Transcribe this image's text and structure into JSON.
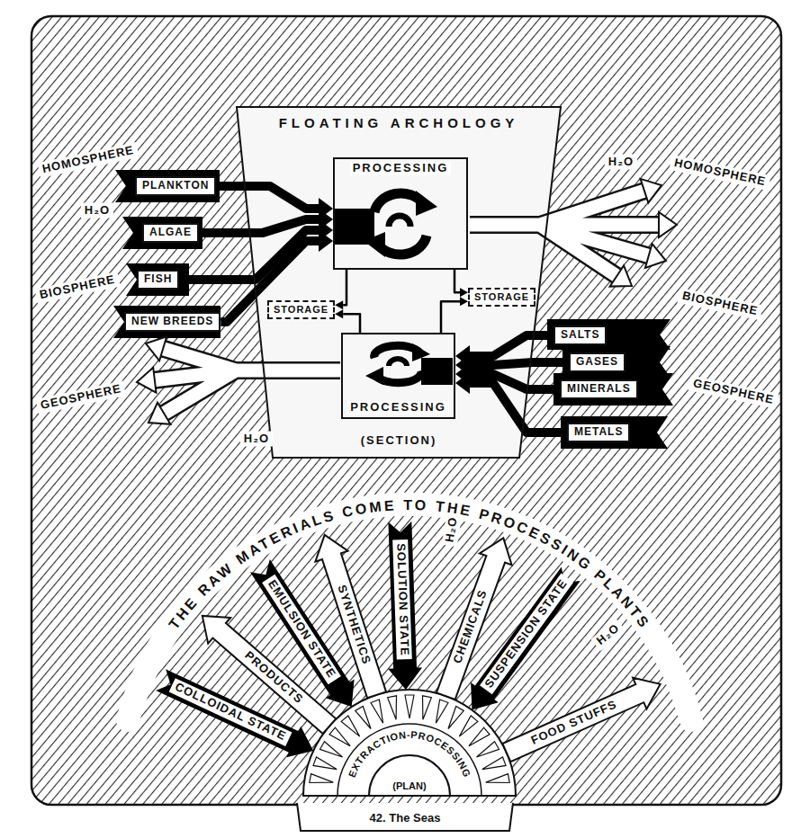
{
  "diagram": {
    "caption": "42. The Seas",
    "nodes": [
      {
        "text": [
          "FLOATING ARCHOLOGY",
          "(SECTION)"
        ]
      },
      {
        "text": [
          "PROCESSING"
        ],
        "in": 0
      },
      {
        "text": [
          "STORAGE"
        ],
        "in": 0
      },
      {
        "text": [
          "STORAGE"
        ],
        "in": 0
      },
      {
        "text": [
          "PROCESSING"
        ],
        "in": 0
      },
      {
        "text": [
          "PLANKTON"
        ]
      },
      {
        "text": [
          "ALGAE"
        ]
      },
      {
        "text": [
          "FISH"
        ]
      },
      {
        "text": [
          "NEW BREEDS"
        ]
      },
      {
        "text": [
          "SALTS"
        ]
      },
      {
        "text": [
          "GASES"
        ]
      },
      {
        "text": [
          "MINERALS"
        ]
      },
      {
        "text": [
          "METALS"
        ]
      },
      {
        "text": [
          "(PLAN)"
        ]
      }
    ],
    "edges": [
      {
        "from": 5,
        "to": 1,
        "arrow": "to"
      },
      {
        "from": 6,
        "to": 1,
        "arrow": "to"
      },
      {
        "from": 7,
        "to": 1,
        "arrow": "to"
      },
      {
        "from": 8,
        "to": 1,
        "arrow": "to"
      },
      {
        "from": 9,
        "to": 4,
        "arrow": "to"
      },
      {
        "from": 10,
        "to": 4,
        "arrow": "to"
      },
      {
        "from": 11,
        "to": 4,
        "arrow": "to"
      },
      {
        "from": 12,
        "to": 4,
        "arrow": "to"
      },
      {
        "from": 1,
        "to": 2,
        "arrow": "to"
      },
      {
        "from": 1,
        "to": 3,
        "arrow": "to"
      },
      {
        "from": 4,
        "to": 2,
        "arrow": "to"
      },
      {
        "from": 4,
        "to": 3,
        "arrow": "to"
      }
    ],
    "labels": [
      "HOMOSPHERE",
      "H₂O",
      "H₂O",
      "HOMOSPHERE",
      "BIOSPHERE",
      "BIOSPHERE",
      "GEOSPHERE",
      "GEOSPHERE",
      "H₂O",
      "THE RAW MATERIALS COME TO THE PROCESSING PLANTS",
      "SYNTHETICS",
      "SOLUTION STATE",
      "H₂O",
      "CHEMICALS",
      "EMULSION STATE",
      "SUSPENSION STATE",
      "H₂O",
      "PRODUCTS",
      "COLLOIDAL STATE",
      "FOOD STUFFS",
      "EXTRACTION-PROCESSING"
    ]
  }
}
